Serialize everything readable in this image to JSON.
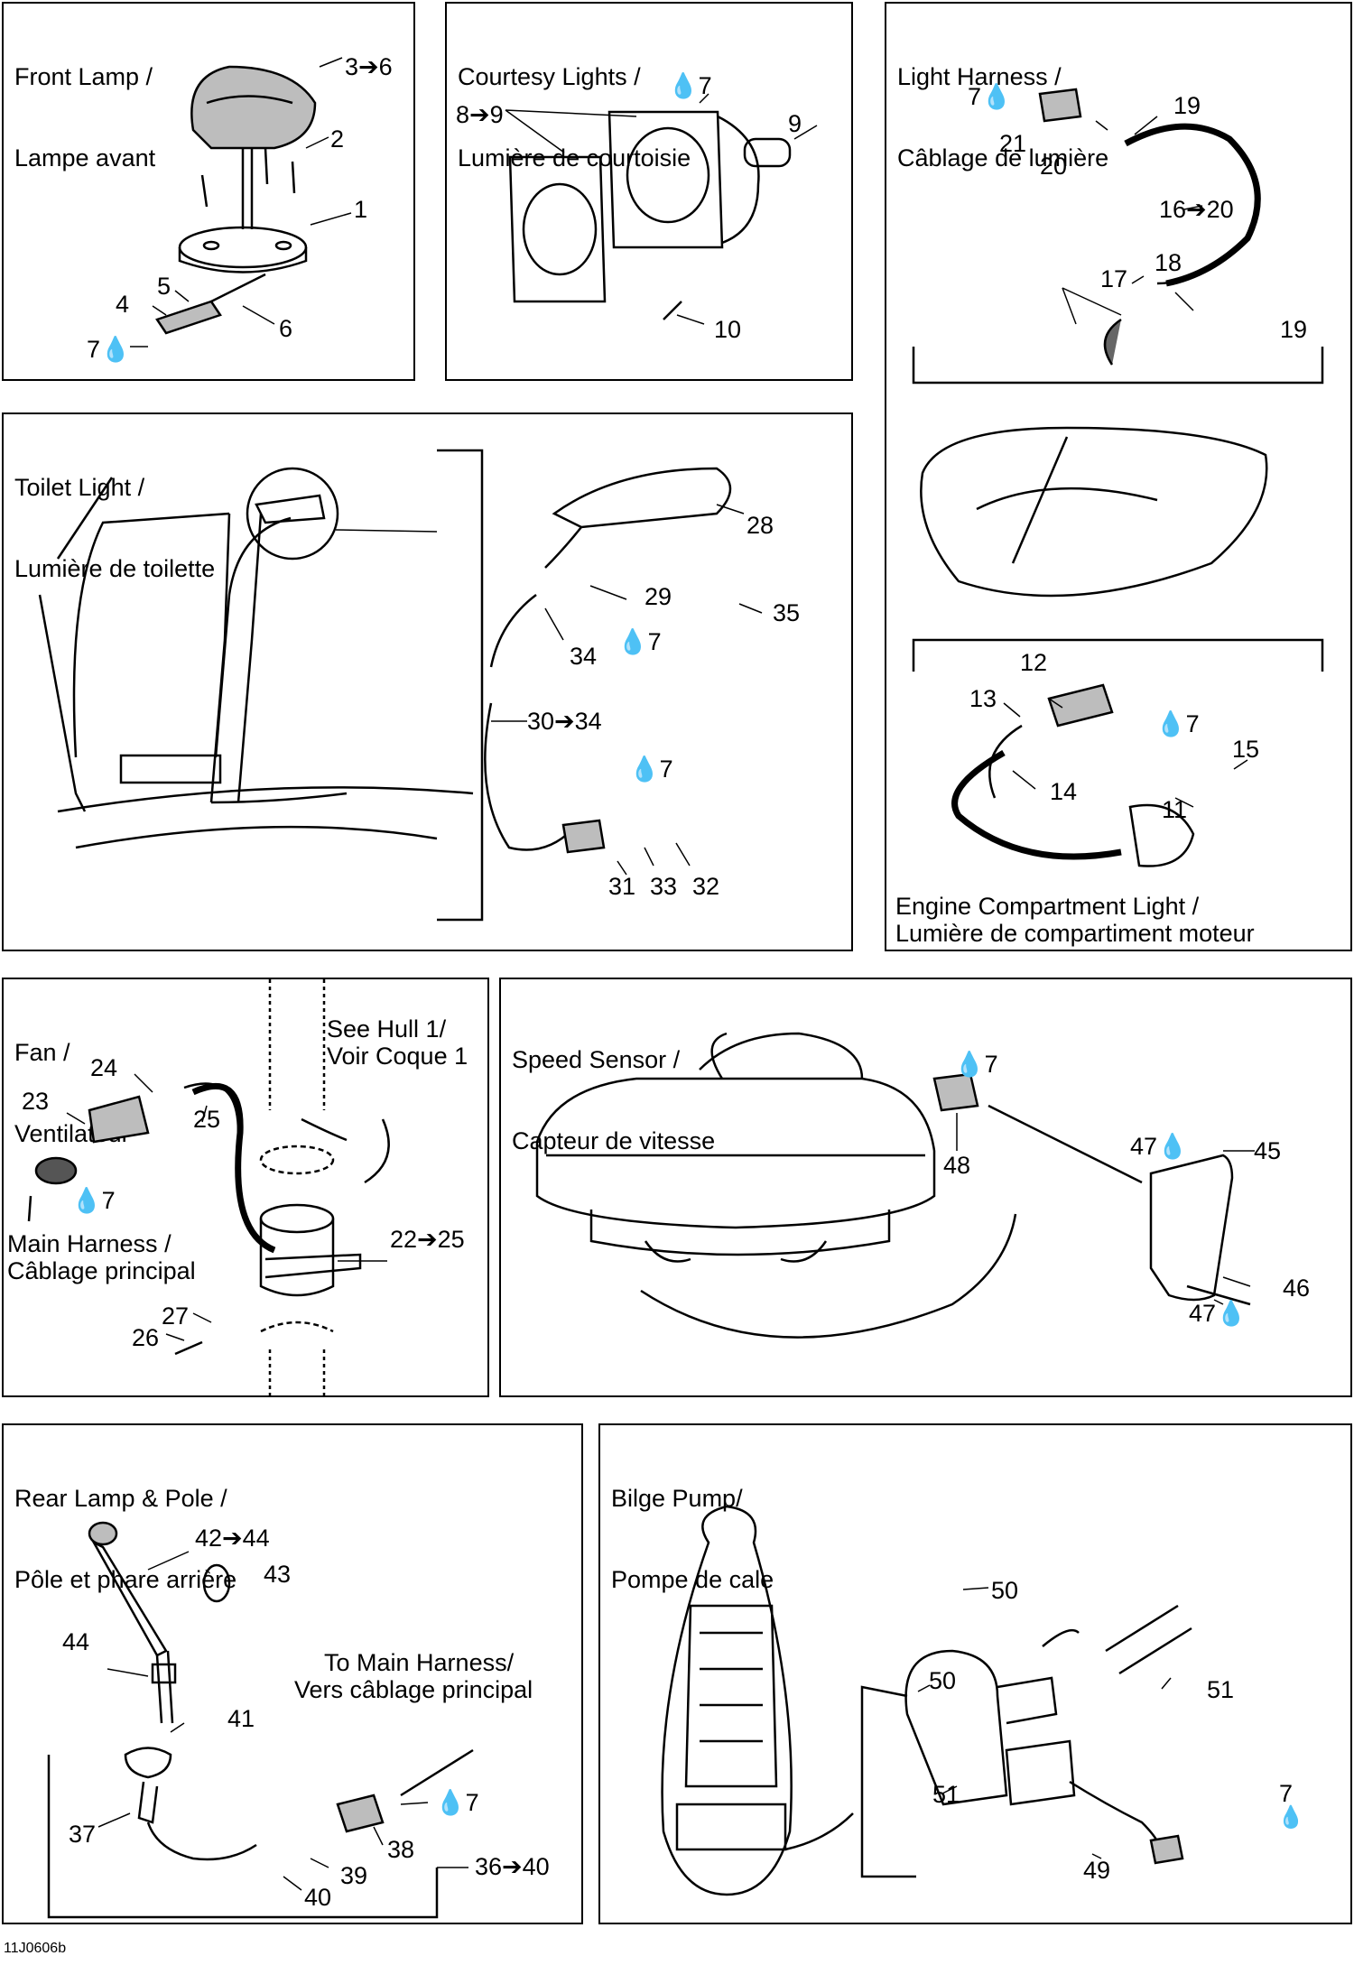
{
  "panels": {
    "front_lamp": {
      "title_line1": "Front Lamp /",
      "title_line2": "Lampe avant",
      "callouts": [
        "3➔6",
        "2",
        "1",
        "5",
        "4",
        "6",
        "7"
      ]
    },
    "courtesy_lights": {
      "title_line1": "Courtesy Lights /",
      "title_line2": "Lumière de courtoisie",
      "callouts": [
        "8➔9",
        "7",
        "9",
        "10"
      ]
    },
    "light_harness": {
      "title_line1": "Light Harness /",
      "title_line2": "Câblage de lumière",
      "callouts": [
        "7",
        "19",
        "21",
        "20",
        "16➔20",
        "18",
        "17",
        "19"
      ]
    },
    "toilet_light": {
      "title_line1": "Toilet Light /",
      "title_line2": "Lumière de toilette",
      "callouts": [
        "28",
        "29",
        "35",
        "7",
        "34",
        "30➔34",
        "7",
        "31",
        "33",
        "32"
      ]
    },
    "engine_compartment": {
      "title_line1": "Engine Compartment Light /",
      "title_line2": "Lumière de compartiment moteur",
      "callouts": [
        "12",
        "13",
        "7",
        "15",
        "14",
        "11"
      ]
    },
    "fan": {
      "title_line1": "Fan /",
      "title_line2": "Ventilateur",
      "see_line1": "See Hull 1/",
      "see_line2": "Voir Coque 1",
      "main_line1": "Main Harness /",
      "main_line2": "Câblage principal",
      "callouts": [
        "24",
        "23",
        "25",
        "7",
        "22➔25",
        "27",
        "26"
      ]
    },
    "speed_sensor": {
      "title_line1": "Speed Sensor /",
      "title_line2": "Capteur de vitesse",
      "callouts": [
        "7",
        "47",
        "45",
        "48",
        "46",
        "47"
      ]
    },
    "rear_lamp": {
      "title_line1": "Rear Lamp & Pole /",
      "title_line2": "Pôle et phare arrière",
      "to_line1": "To Main Harness/",
      "to_line2": "Vers câblage principal",
      "callouts": [
        "42➔44",
        "43",
        "44",
        "41",
        "7",
        "37",
        "38",
        "39",
        "40",
        "36➔40"
      ]
    },
    "bilge_pump": {
      "title_line1": "Bilge Pump/",
      "title_line2": "Pompe de cale",
      "callouts": [
        "50",
        "50",
        "51",
        "51",
        "7",
        "49"
      ]
    }
  },
  "figure_ref": "11J0606b",
  "colors": {
    "ink": "#000000",
    "paper": "#ffffff",
    "shade": "#b0b0b0"
  }
}
